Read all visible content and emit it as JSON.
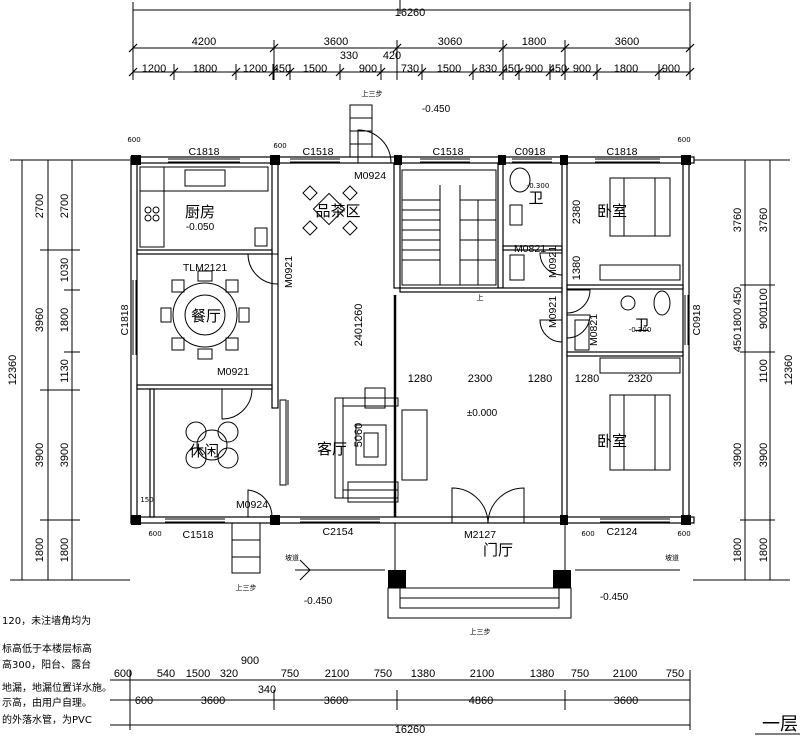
{
  "title": "一层",
  "dims": {
    "top_total": "16260",
    "top_row1": [
      "4200",
      "3600",
      "3060",
      "1800",
      "3600"
    ],
    "top_row2": [
      "1200",
      "1800",
      "1200",
      "450",
      "1500",
      "330",
      "900",
      "420",
      "730",
      "1500",
      "830",
      "450",
      "900",
      "450",
      "900",
      "1800",
      "900"
    ],
    "bottom_row1": [
      "600",
      "540",
      "1500",
      "320",
      "900",
      "750",
      "2100",
      "750",
      "1380",
      "2100",
      "1380",
      "750",
      "2100",
      "750"
    ],
    "bottom_row2": [
      "600",
      "3600",
      "340",
      "3600",
      "4860",
      "3600"
    ],
    "bottom_total": "16260",
    "left_outer": [
      "2700",
      "3960",
      "3900",
      "1800"
    ],
    "left_inner": [
      "2700",
      "1030",
      "1800",
      "1130",
      "3900",
      "1800"
    ],
    "left_total": "12360",
    "right_outer": [
      "3760",
      "1800",
      "3900",
      "1800"
    ],
    "right_inner": [
      "3760",
      "1100",
      "900",
      "1100",
      "3900",
      "1800"
    ],
    "right_small": [
      "450",
      "450"
    ],
    "right_total": "12360",
    "bath_dims": [
      "2380",
      "1380",
      "2320",
      "1280",
      "2300",
      "1280",
      "1280",
      "2401260",
      "5060"
    ],
    "col_small": [
      "600",
      "600",
      "600",
      "600",
      "150",
      "600",
      "600"
    ]
  },
  "rooms": {
    "kitchen": "厨房",
    "dining_hall": "餐厅",
    "tea_area": "品茶区",
    "living_room": "客厅",
    "bedroom1": "卧室",
    "bedroom2": "卧室",
    "bath1": "卫",
    "bath2": "卫",
    "entrance": "门厅",
    "leisure": "休闲"
  },
  "codes": {
    "c1818a": "C1818",
    "c1518a": "C1518",
    "c1518b": "C1518",
    "c0918a": "C0918",
    "c1818b": "C1818",
    "m0924a": "M0924",
    "tlm2121": "TLM2121",
    "m0921a": "M0921",
    "c1818c": "C1818",
    "m0921b": "M0921",
    "m0821a": "M0821",
    "m0921c": "M0921",
    "m0921d": "M0921",
    "m0821b": "M0821",
    "c0918b": "C0918",
    "m0924b": "M0924",
    "c1518c": "C1518",
    "c2154": "C2154",
    "m2127": "M2127",
    "c2124": "C2124"
  },
  "levels": {
    "kitchen": "-0.050",
    "main": "±0.000",
    "top": "-0.450",
    "bl": "-0.450",
    "br": "-0.450",
    "bath1": "-0.300",
    "bath2": "-0.300"
  },
  "labels": {
    "up3a": "上三步",
    "up3b": "上三步",
    "up3c": "上三步",
    "up": "上",
    "ramp_l": "坡道",
    "ramp_r": "坡道"
  },
  "notes": [
    "120，未注墙角均为",
    "标高低于本楼层标高",
    "高300，阳台、露台",
    "地漏，地漏位置详水施。",
    "示高，由用户自理。",
    "的外落水管，为PVC"
  ]
}
